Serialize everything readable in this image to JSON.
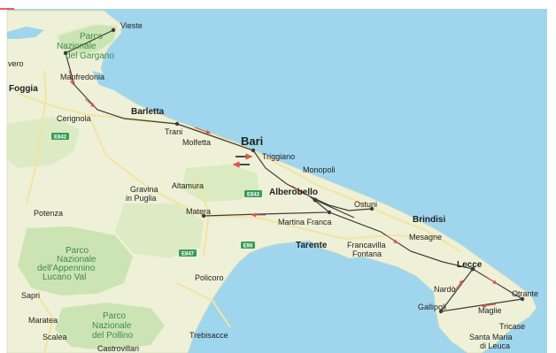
{
  "map": {
    "colors": {
      "sea": "#9fd6ee",
      "land": "#eef1d7",
      "park": "#c8e2b0",
      "route": "#3c3c3c",
      "arrow": "#d9574f",
      "road": "#f4e3a2",
      "highway_badge": "#3a9b58"
    },
    "cities": {
      "vieste": "Vieste",
      "foggia": "Foggia",
      "manfredonia": "Manfredonia",
      "cerignola": "Cerignola",
      "barletta": "Barletta",
      "trani": "Trani",
      "molfetta": "Molfetta",
      "bari": "Bari",
      "triggiano": "Triggiano",
      "monopoli": "Monopoli",
      "gravina_1": "Gravina",
      "gravina_2": "in Puglia",
      "altamura": "Altamura",
      "alberobello": "Alberobello",
      "ostuni": "Ostuni",
      "brindisi": "Brindisi",
      "potenza": "Potenza",
      "matera": "Matera",
      "martina_franca": "Martina Franca",
      "mesagne": "Mesagne",
      "taranto": "Tarente",
      "francavilla_1": "Francavilla",
      "francavilla_2": "Fontana",
      "lecce": "Lecce",
      "nardo": "Nardò",
      "otranto": "Otrante",
      "gallipoli": "Gallipoli",
      "maglie": "Maglie",
      "tricase": "Tricase",
      "leuca_1": "Santa Maria",
      "leuca_2": "di Leuca",
      "policoro": "Policoro",
      "sapri": "Sapri",
      "maratea": "Maratea",
      "scalea": "Scalea",
      "trebisacce": "Trebisacce",
      "castrovillari": "Castrovillari",
      "lavello_partial": "vero"
    },
    "parks": {
      "gargano_1": "Parco",
      "gargano_2": "Nazionale",
      "gargano_3": "del Gargano",
      "appennino_1": "Parco",
      "appennino_2": "Nazionale",
      "appennino_3": "dell'Appennino",
      "appennino_4": "Lucano Val",
      "pollino_1": "Parco",
      "pollino_2": "Nazionale",
      "pollino_3": "del Pollino"
    },
    "highways": {
      "e842_a": "E842",
      "e843": "E843",
      "e90": "E90",
      "e847": "E847"
    }
  }
}
